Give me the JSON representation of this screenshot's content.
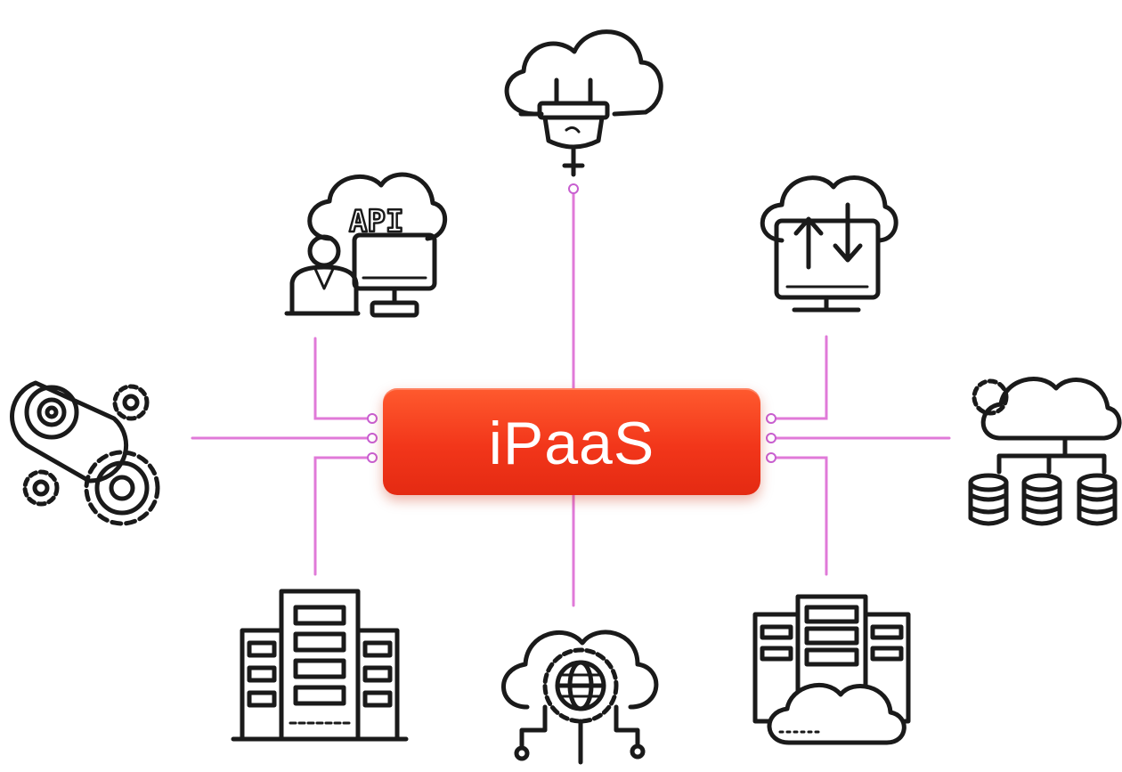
{
  "diagram": {
    "hub": {
      "label": "iPaaS"
    },
    "nodes": [
      {
        "id": "cloud-plug",
        "icon": "cloud-plug-icon"
      },
      {
        "id": "api-user",
        "icon": "api-user-icon",
        "label": "API"
      },
      {
        "id": "cloud-transfer",
        "icon": "cloud-transfer-icon"
      },
      {
        "id": "conveyor-gears",
        "icon": "conveyor-gears-icon"
      },
      {
        "id": "cloud-databases",
        "icon": "cloud-databases-icon"
      },
      {
        "id": "office-buildings",
        "icon": "office-buildings-icon"
      },
      {
        "id": "cloud-globe",
        "icon": "cloud-globe-icon"
      },
      {
        "id": "server-cloud",
        "icon": "server-cloud-icon"
      }
    ],
    "colors": {
      "hub_fill": "#f2361a",
      "hub_text": "#ffffff",
      "connector": "#e07ad8",
      "icon_stroke": "#1a1a1a"
    }
  }
}
